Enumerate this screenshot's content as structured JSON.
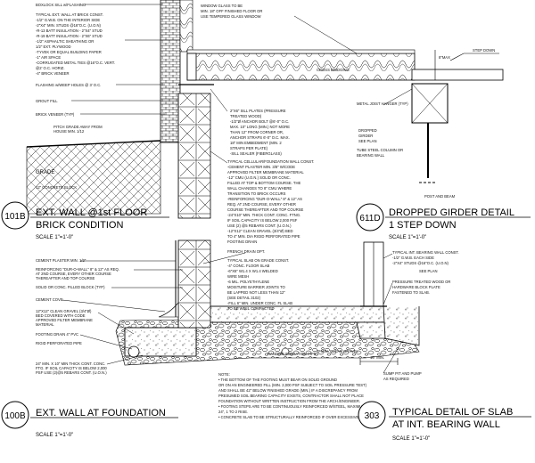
{
  "top_wall_notes": [
    "BOXLOCK SILL w/FLASHING",
    "TYPICAL EXT. WALL AT BRICK CONST.",
    "-1/2\" G.W.B. ON THE INTERIOR SIDE",
    "-2\"X4\" MIN. STUDS @16\"O.C. (U.O.N)",
    "-R-13 BATT INSULATION - 2\"X4\" STUD",
    "-R-19 BATT INSULATION - 2\"X6\" STUD",
    "-1/2\" ASPHALTIC SHEATHING OR",
    " 1/2\" EXT. PLYWOOD",
    "-TYVEK OR EQUAL BUILDING PAPER",
    "-1\" AIR SPACE",
    "-CORRUGATED METAL TIES @16\"O.C. VERT.",
    " @2' O.C. HORIZ.",
    "-4\" BRICK VENEER"
  ],
  "flashing_note": "FLASHING w/WEEP HOLES @ 3' O.C.",
  "grout_fill": "GROUT FILL",
  "brick_veneer": "BRICK VENEER (TYP)",
  "pitch_grade": [
    "PITCH GRADE AWAY FROM",
    "HOUSE MIN. 1/12"
  ],
  "grade": "GRADE",
  "concrete_block": "12\" CONCRETE BLOCK",
  "window_glass": [
    "WINDOW GLASS TO BE",
    "MIN. 18\" OFF FINISHED FLOOR OR",
    "USE TEMPERED GLASS WINDOW"
  ],
  "cross_bridging": "CROSS BRIDGING",
  "step_down": "STEP DOWN",
  "step_dim": "8\"MAX",
  "metal_joist_hanger": "METAL JOIST HANGER (TYP)",
  "dropped_girder": [
    "DROPPED",
    "GIRDER",
    "SEE PLAN"
  ],
  "tube_steel": [
    "TUBE STEEL COLUMN OR",
    "BEARING WALL"
  ],
  "post_and_beam": "POST AND BEAM",
  "sill_plate_notes": [
    "2\"X6\" SILL PLATES (PRESSURE",
    "TREATED WOOD)",
    "-1/2\"Ø ANCHOR BOLT @6'-0\" O.C.",
    " MAX. 10\" LONG (MIN.) NOT MORE",
    " THAN 12\" FROM CORNER OR,",
    " ANCHOR STRAPS 6'-0\" O.C. MAX.",
    " 18\" MIN EMBEDMENT (MIN. 2",
    " STRAPS PER PLATE)",
    "-SILL SEALER (FIBERGLASS)"
  ],
  "cellular_notes": [
    "TYPICAL CELLULAR/FOUNDATION WALL CONST.",
    "-CEMENT PLASTER MIN. 3/8\" W/CODE",
    " APPROVED FILTER MEMBRANE MATERIAL",
    "-12\" CMU (U.O.N.) SOLID OR CONC.",
    " FILLED AT TOP & BOTTOM COURSE. THE",
    " WALL CHANGES TO 8\" CMU WHERE",
    " TRANSITION TO BRICK OCCURS",
    "-REINFORCING \"DUR-O-WALL\" 8\" & 12\" AS",
    " REQ. AT 2ND COURSE, EVERY OTHER",
    " COURSE THEREAFTER AND TOP COURSE",
    "-24\"X10\" MIN. THICK CONT. CONC. FTNG.",
    " IF SOIL CAPACITY IS BELOW 2,000 PSF",
    " USE (2) @5 REBARS CONT. (U.O.N.)",
    "-12\"X12\" CLEAN GRAVEL (3/4\"Ø) BED",
    " TO 4\" MIN. DIA RIGID PERFORATED PIPE",
    " FOOTING DRAIN"
  ],
  "tag_101b": "101B",
  "title_101b": [
    "EXT. WALL @1st FLOOR",
    "BRICK CONDITION"
  ],
  "scale_101b": "SCALE 1\"=1'-0\"",
  "tag_611d": "611D",
  "title_611d": [
    "DROPPED GIRDER DETAIL",
    "1 STEP DOWN"
  ],
  "scale_611d": "SCALE 1\"=1'-0\"",
  "french_drain": "FRENCH DRAIN OPT.",
  "cement_plaster": "CEMENT PLASTER MIN. 1/2\"",
  "reinforcing": [
    "REINFORCING \"DUR-O-WALL\" 8\" & 12\" AS REQ.",
    "AT 2ND COURSE, EVERY OTHER COURSE",
    "THEREAFTER AND TOP COURSE"
  ],
  "solid_cmu": "SOLID OR CONC. FILLED BLOCK (TYP)",
  "cement_cove": "CEMENT COVE",
  "gravel_bed": [
    "12\"X12\" CLEAN GRAVEL (3/4\"Ø)",
    "BED COVERED WITH CODE",
    "APPROVED FILTER MEMBRANE",
    "MATERIAL"
  ],
  "footing_drain": "FOOTING DRAIN 4\" PVC",
  "rigid_pipe": "RIGID PERFORATED PIPE",
  "slab_notes": [
    "TYPICAL SLAB ON GRADE CONST.",
    "-4\" CONC. FLOOR SLAB",
    "-6\"X6\" W1.4 X W1.4 WELDED",
    " WIRE MESH",
    "-6 MIL. POLYETHYLENE",
    " MOISTURE BARRIER JOINTS TO",
    " BE LAPPED NOT LESS THAN 12\"",
    " (SEE DETAIL 3102)",
    "-FILL 6\" MIN. UNDER CONC. FL SLAB",
    " TO BE WELL COMPACTED"
  ],
  "bearing_notes": [
    "TYPICAL INT. BEARING WALL CONST.",
    "-1/2\" G.W.B. EACH SIDE",
    "-2\"X4\" STUDS @16\"O.C. (U.O.N)"
  ],
  "see_plan": "SEE PLAN",
  "treated_plate": [
    "PRESSURE TREATED WOOD OR",
    "HARDWARE BLOCK PLATE",
    "FASTENED TO SLAB."
  ],
  "footing_spec": [
    "24\" MIN. X 10\" MIN THICK CONT. CONC.",
    "FTG. IF SOIL CAPACITY IS BELOW 2,000",
    "PSF USE (2)@5 REBARS CONT. (U.O.N.)"
  ],
  "random_irrigation": "RANDOM IRRIGATION PIPE",
  "clean_gravel": "4\" MIN. CLEAN GRAVEL",
  "min_16": "16\" MIN.",
  "sump": [
    "SUMP PIT AND PUMP",
    "AS REQUIRED"
  ],
  "note_heading": "NOTE:",
  "footing_notes": [
    "• THE BOTTOM OF THE FOOTING MUST BEAR ON SOLID GROUND",
    "  OR ON AN ENGINEERED FILL (MIN. 2,000 PSF SUBJECT TO SOIL PRESSURE TEST)",
    "  AND SHALL BE 42\" BELOW FINISHED GRADE (MIN.) IF A DISCREPANCY FROM",
    "  PRESUMED SOIL BEARING CAPACITY EXISTS, CONTRACTOR SHALL NOT PLACE",
    "  FOUNDATION WITHOUT WRITTEN INSTRUCTION FROM THE ARCH./ENGINEER.",
    "• FOOTING STEPS ARE TO BE CONTINUOUSLY REINFORCED W/STEEL, MAXIMUM STEP",
    "  24\", 1 TO 2 RISE.",
    "• CONCRETE SLAB TO BE STRUCTURALLY REINFORCED IF OVER EXCESSIVE FILL."
  ],
  "tag_100b": "100B",
  "title_100b": "EXT. WALL AT FOUNDATION",
  "scale_100b": "SCALE 1\"=1'-0\"",
  "tag_303": "303",
  "title_303": [
    "TYPICAL DETAIL OF SLAB",
    "AT INT. BEARING WALL"
  ],
  "scale_303": "SCALE 1\"=1'-0\""
}
